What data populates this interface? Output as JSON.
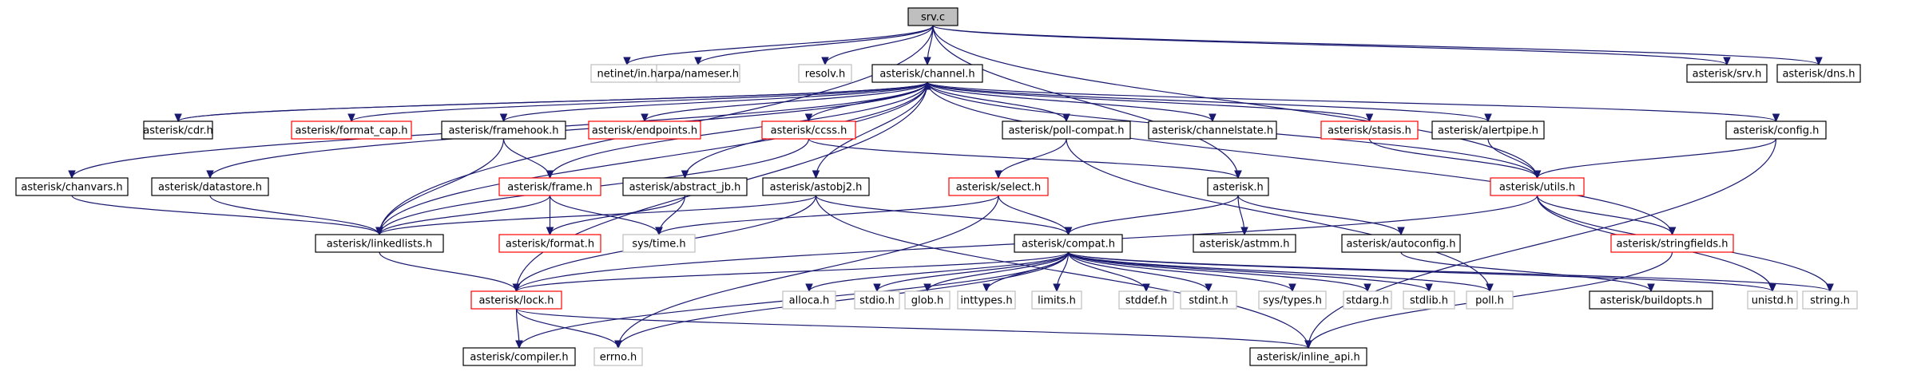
{
  "colors": {
    "edge": "#191970",
    "border_normal": "#000000",
    "border_red": "#ff0000",
    "border_gray": "#bfbfbf",
    "root_fill": "#bfbfbf",
    "text": "#000000",
    "gray_text": "#000000"
  },
  "nodes": [
    {
      "id": "srv",
      "label": "srv.c",
      "style": "root"
    },
    {
      "id": "netinet",
      "label": "netinet/in.h",
      "style": "gray"
    },
    {
      "id": "nameser",
      "label": "arpa/nameser.h",
      "style": "gray"
    },
    {
      "id": "resolv",
      "label": "resolv.h",
      "style": "gray"
    },
    {
      "id": "channel",
      "label": "asterisk/channel.h",
      "style": "normal"
    },
    {
      "id": "astsrv",
      "label": "asterisk/srv.h",
      "style": "normal"
    },
    {
      "id": "dns",
      "label": "asterisk/dns.h",
      "style": "normal"
    },
    {
      "id": "cdr",
      "label": "asterisk/cdr.h",
      "style": "normal"
    },
    {
      "id": "format_cap",
      "label": "asterisk/format_cap.h",
      "style": "red"
    },
    {
      "id": "framehook",
      "label": "asterisk/framehook.h",
      "style": "normal"
    },
    {
      "id": "endpoints",
      "label": "asterisk/endpoints.h",
      "style": "red"
    },
    {
      "id": "ccss",
      "label": "asterisk/ccss.h",
      "style": "red"
    },
    {
      "id": "pollcompat",
      "label": "asterisk/poll-compat.h",
      "style": "normal"
    },
    {
      "id": "channelstate",
      "label": "asterisk/channelstate.h",
      "style": "normal"
    },
    {
      "id": "stasis",
      "label": "asterisk/stasis.h",
      "style": "red"
    },
    {
      "id": "alertpipe",
      "label": "asterisk/alertpipe.h",
      "style": "normal"
    },
    {
      "id": "config",
      "label": "asterisk/config.h",
      "style": "normal"
    },
    {
      "id": "chanvars",
      "label": "asterisk/chanvars.h",
      "style": "normal"
    },
    {
      "id": "datastore",
      "label": "asterisk/datastore.h",
      "style": "normal"
    },
    {
      "id": "frame",
      "label": "asterisk/frame.h",
      "style": "red"
    },
    {
      "id": "abstract_jb",
      "label": "asterisk/abstract_jb.h",
      "style": "normal"
    },
    {
      "id": "astobj2",
      "label": "asterisk/astobj2.h",
      "style": "normal"
    },
    {
      "id": "select",
      "label": "asterisk/select.h",
      "style": "red"
    },
    {
      "id": "asterisk",
      "label": "asterisk.h",
      "style": "normal"
    },
    {
      "id": "utils",
      "label": "asterisk/utils.h",
      "style": "red"
    },
    {
      "id": "linkedlists",
      "label": "asterisk/linkedlists.h",
      "style": "normal"
    },
    {
      "id": "format",
      "label": "asterisk/format.h",
      "style": "red"
    },
    {
      "id": "systime",
      "label": "sys/time.h",
      "style": "gray"
    },
    {
      "id": "compat",
      "label": "asterisk/compat.h",
      "style": "normal"
    },
    {
      "id": "astmm",
      "label": "asterisk/astmm.h",
      "style": "normal"
    },
    {
      "id": "autoconfig",
      "label": "asterisk/autoconfig.h",
      "style": "normal"
    },
    {
      "id": "stringfields",
      "label": "asterisk/stringfields.h",
      "style": "red"
    },
    {
      "id": "lock",
      "label": "asterisk/lock.h",
      "style": "red"
    },
    {
      "id": "alloca",
      "label": "alloca.h",
      "style": "gray"
    },
    {
      "id": "stdio",
      "label": "stdio.h",
      "style": "gray"
    },
    {
      "id": "glob",
      "label": "glob.h",
      "style": "gray"
    },
    {
      "id": "inttypes",
      "label": "inttypes.h",
      "style": "gray"
    },
    {
      "id": "limits",
      "label": "limits.h",
      "style": "gray"
    },
    {
      "id": "stddef",
      "label": "stddef.h",
      "style": "gray"
    },
    {
      "id": "stdint",
      "label": "stdint.h",
      "style": "gray"
    },
    {
      "id": "systypes",
      "label": "sys/types.h",
      "style": "gray"
    },
    {
      "id": "stdarg",
      "label": "stdarg.h",
      "style": "gray"
    },
    {
      "id": "stdlib",
      "label": "stdlib.h",
      "style": "gray"
    },
    {
      "id": "poll",
      "label": "poll.h",
      "style": "gray"
    },
    {
      "id": "buildopts",
      "label": "asterisk/buildopts.h",
      "style": "normal"
    },
    {
      "id": "unistd",
      "label": "unistd.h",
      "style": "gray"
    },
    {
      "id": "string",
      "label": "string.h",
      "style": "gray"
    },
    {
      "id": "compiler",
      "label": "asterisk/compiler.h",
      "style": "normal"
    },
    {
      "id": "errno",
      "label": "errno.h",
      "style": "gray"
    },
    {
      "id": "inline_api",
      "label": "asterisk/inline_api.h",
      "style": "normal"
    }
  ],
  "edges": [
    [
      "srv",
      "netinet"
    ],
    [
      "srv",
      "nameser"
    ],
    [
      "srv",
      "resolv"
    ],
    [
      "srv",
      "channel"
    ],
    [
      "srv",
      "astsrv"
    ],
    [
      "srv",
      "dns"
    ],
    [
      "srv",
      "asterisk"
    ],
    [
      "srv",
      "utils"
    ],
    [
      "srv",
      "linkedlists"
    ],
    [
      "channel",
      "cdr"
    ],
    [
      "channel",
      "format_cap"
    ],
    [
      "channel",
      "framehook"
    ],
    [
      "channel",
      "endpoints"
    ],
    [
      "channel",
      "ccss"
    ],
    [
      "channel",
      "pollcompat"
    ],
    [
      "channel",
      "channelstate"
    ],
    [
      "channel",
      "stasis"
    ],
    [
      "channel",
      "alertpipe"
    ],
    [
      "channel",
      "config"
    ],
    [
      "channel",
      "chanvars"
    ],
    [
      "channel",
      "datastore"
    ],
    [
      "channel",
      "frame"
    ],
    [
      "channel",
      "abstract_jb"
    ],
    [
      "channel",
      "astobj2"
    ],
    [
      "channel",
      "utils"
    ],
    [
      "channel",
      "stringfields"
    ],
    [
      "channel",
      "linkedlists"
    ],
    [
      "channel",
      "lock"
    ],
    [
      "cdr",
      "channel"
    ],
    [
      "framehook",
      "frame"
    ],
    [
      "framehook",
      "linkedlists"
    ],
    [
      "ccss",
      "asterisk"
    ],
    [
      "ccss",
      "linkedlists"
    ],
    [
      "pollcompat",
      "select"
    ],
    [
      "pollcompat",
      "poll"
    ],
    [
      "stasis",
      "utils"
    ],
    [
      "alertpipe",
      "utils"
    ],
    [
      "config",
      "utils"
    ],
    [
      "config",
      "inline_api"
    ],
    [
      "chanvars",
      "linkedlists"
    ],
    [
      "datastore",
      "linkedlists"
    ],
    [
      "frame",
      "format"
    ],
    [
      "frame",
      "systime"
    ],
    [
      "frame",
      "linkedlists"
    ],
    [
      "abstract_jb",
      "format"
    ],
    [
      "abstract_jb",
      "systime"
    ],
    [
      "astobj2",
      "compat"
    ],
    [
      "astobj2",
      "lock"
    ],
    [
      "astobj2",
      "linkedlists"
    ],
    [
      "astobj2",
      "inline_api"
    ],
    [
      "select",
      "compat"
    ],
    [
      "select",
      "systime"
    ],
    [
      "select",
      "errno"
    ],
    [
      "asterisk",
      "compat"
    ],
    [
      "asterisk",
      "astmm"
    ],
    [
      "asterisk",
      "autoconfig"
    ],
    [
      "autoconfig",
      "buildopts"
    ],
    [
      "utils",
      "stringfields"
    ],
    [
      "utils",
      "lock"
    ],
    [
      "utils",
      "string"
    ],
    [
      "utils",
      "unistd"
    ],
    [
      "stringfields",
      "inline_api"
    ],
    [
      "linkedlists",
      "lock"
    ],
    [
      "compat",
      "lock"
    ],
    [
      "compat",
      "compiler"
    ],
    [
      "compat",
      "errno"
    ],
    [
      "compat",
      "alloca"
    ],
    [
      "compat",
      "stdio"
    ],
    [
      "compat",
      "glob"
    ],
    [
      "compat",
      "inttypes"
    ],
    [
      "compat",
      "limits"
    ],
    [
      "compat",
      "stddef"
    ],
    [
      "compat",
      "stdint"
    ],
    [
      "compat",
      "systypes"
    ],
    [
      "compat",
      "stdarg"
    ],
    [
      "compat",
      "stdlib"
    ],
    [
      "compat",
      "poll"
    ],
    [
      "compat",
      "unistd"
    ],
    [
      "compat",
      "string"
    ],
    [
      "lock",
      "compiler"
    ],
    [
      "lock",
      "errno"
    ],
    [
      "lock",
      "inline_api"
    ]
  ]
}
